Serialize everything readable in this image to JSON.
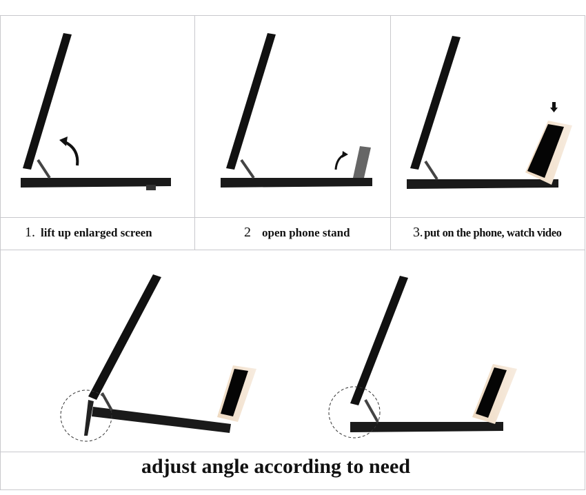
{
  "steps": [
    {
      "number": "1.",
      "label": "lift up enlarged screen"
    },
    {
      "number": "2",
      "label": "open phone stand"
    },
    {
      "number": "3.",
      "label": "put on the phone, watch video"
    }
  ],
  "footer": {
    "label": "adjust angle according to need"
  }
}
